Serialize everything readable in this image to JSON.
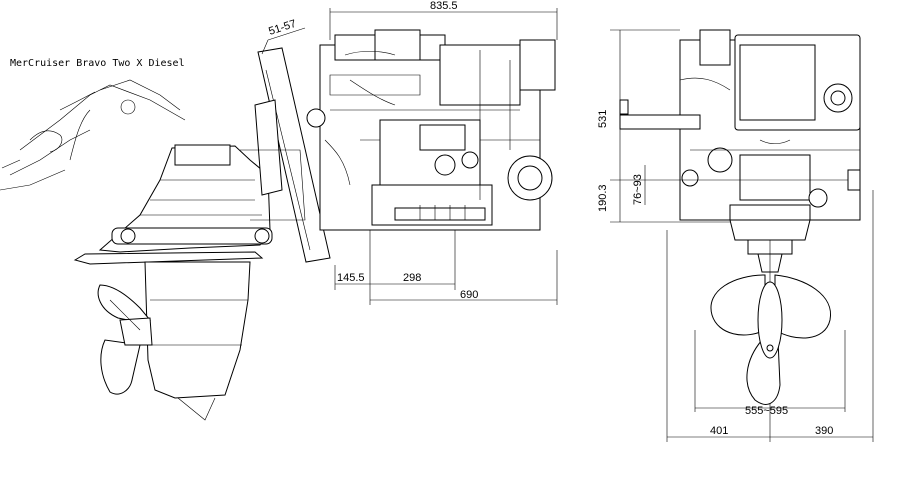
{
  "title": "MerCruiser Bravo Two X Diesel",
  "side_view": {
    "dim_top": "835.5",
    "dim_angle": "51-57",
    "dim_a": "145.5",
    "dim_b": "298",
    "dim_c": "690"
  },
  "front_view": {
    "dim_height_upper": "531",
    "dim_height_lower": "190.3",
    "dim_offset": "76~93",
    "dim_prop": "555~595",
    "dim_left": "401",
    "dim_right": "390"
  }
}
